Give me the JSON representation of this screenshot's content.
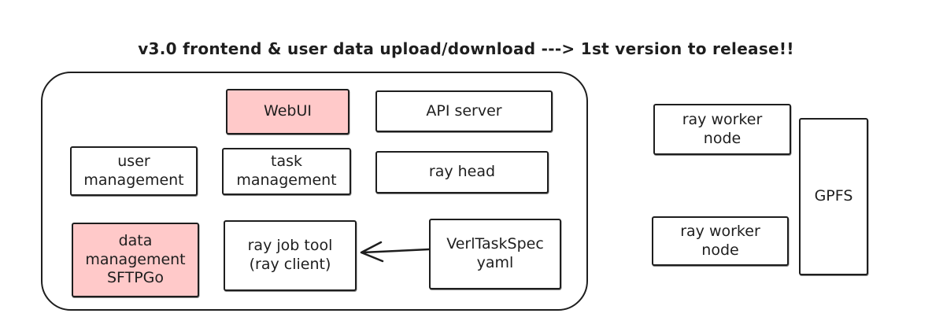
{
  "title": "v3.0 frontend & user data upload/download ---> 1st version to release!!",
  "colors": {
    "stroke": "#1e1e1e",
    "highlight_fill": "#ffc9c9",
    "plain_fill": "#ffffff",
    "background": "#ffffff"
  },
  "platform_group": {
    "nodes": {
      "webui": {
        "label": "WebUI",
        "highlighted": true
      },
      "api_server": {
        "label": "API server",
        "highlighted": false
      },
      "user_management": {
        "label": "user\nmanagement",
        "highlighted": false
      },
      "task_management": {
        "label": "task\nmanagement",
        "highlighted": false
      },
      "ray_head": {
        "label": "ray head",
        "highlighted": false
      },
      "data_management": {
        "label": "data\nmanagement\nSFTPGo",
        "highlighted": true
      },
      "ray_job_tool": {
        "label": "ray job tool\n(ray client)",
        "highlighted": false
      },
      "verl_task_spec": {
        "label": "VerlTaskSpec\nyaml",
        "highlighted": false
      }
    }
  },
  "cluster_group": {
    "nodes": {
      "ray_worker_node_1": {
        "label": "ray worker\nnode",
        "highlighted": false
      },
      "ray_worker_node_2": {
        "label": "ray worker\nnode",
        "highlighted": false
      },
      "gpfs": {
        "label": "GPFS",
        "highlighted": false
      }
    }
  },
  "connections": [
    {
      "from": "verl_task_spec",
      "to": "ray_job_tool",
      "style": "arrow"
    }
  ]
}
